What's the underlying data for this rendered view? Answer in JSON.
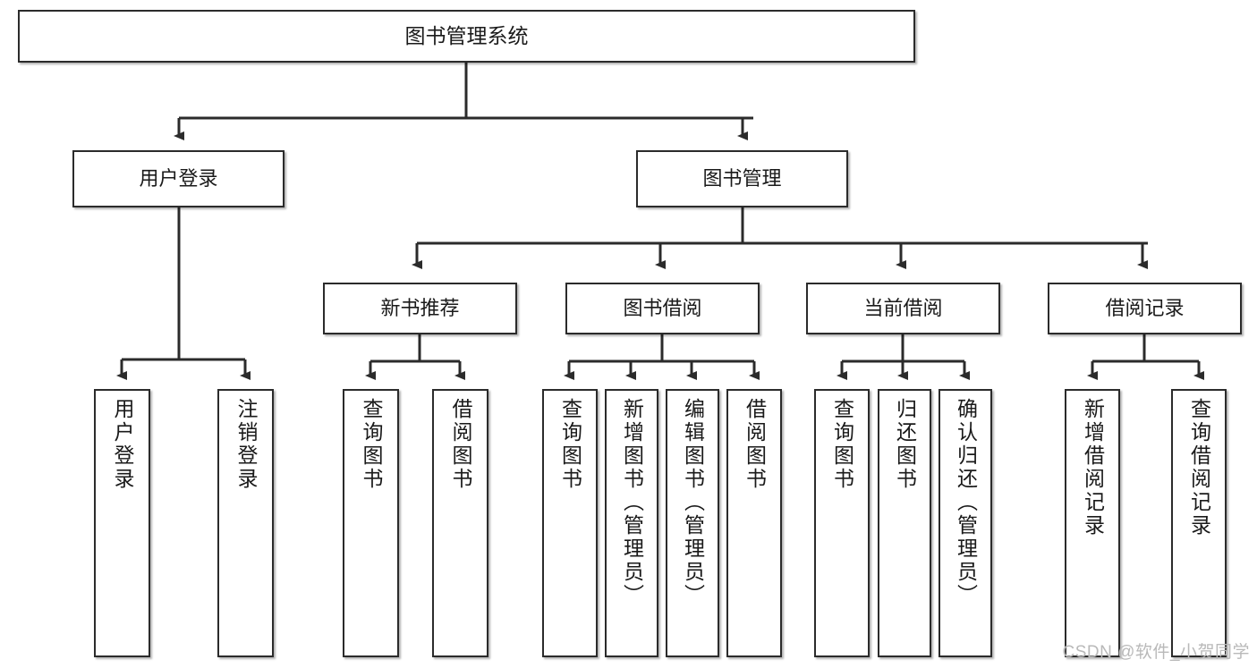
{
  "diagram": {
    "title": "图书管理系统",
    "type": "hierarchy-tree",
    "watermark": "CSDN @软件_小贺同学",
    "colors": {
      "box_border": "#2b2b2b",
      "box_fill": "#ffffff",
      "connector": "#2b2b2b",
      "text": "#1a1a1a",
      "watermark": "#b9b9b9"
    },
    "nodes": {
      "root": {
        "label": "图书管理系统"
      },
      "level2": [
        {
          "id": "user-login",
          "label": "用户登录"
        },
        {
          "id": "book-management",
          "label": "图书管理"
        }
      ],
      "level3": [
        {
          "id": "new-book-recommend",
          "label": "新书推荐"
        },
        {
          "id": "book-borrow",
          "label": "图书借阅"
        },
        {
          "id": "current-borrow",
          "label": "当前借阅"
        },
        {
          "id": "borrow-record",
          "label": "借阅记录"
        }
      ],
      "leaves": {
        "user_login": [
          {
            "id": "leaf-user-login",
            "label": "用户登录"
          },
          {
            "id": "leaf-logout",
            "label": "注销登录"
          }
        ],
        "new_book_recommend": [
          {
            "id": "leaf-query-book-1",
            "label": "查询图书"
          },
          {
            "id": "leaf-borrow-book-1",
            "label": "借阅图书"
          }
        ],
        "book_borrow": [
          {
            "id": "leaf-query-book-2",
            "label": "查询图书"
          },
          {
            "id": "leaf-add-book",
            "label": "新增图书（管理员）"
          },
          {
            "id": "leaf-edit-book",
            "label": "编辑图书（管理员）"
          },
          {
            "id": "leaf-borrow-book-2",
            "label": "借阅图书"
          }
        ],
        "current_borrow": [
          {
            "id": "leaf-query-book-3",
            "label": "查询图书"
          },
          {
            "id": "leaf-return-book",
            "label": "归还图书"
          },
          {
            "id": "leaf-confirm-return",
            "label": "确认归还（管理员）"
          }
        ],
        "borrow_record": [
          {
            "id": "leaf-add-record",
            "label": "新增借阅记录"
          },
          {
            "id": "leaf-query-record",
            "label": "查询借阅记录"
          }
        ]
      }
    }
  }
}
